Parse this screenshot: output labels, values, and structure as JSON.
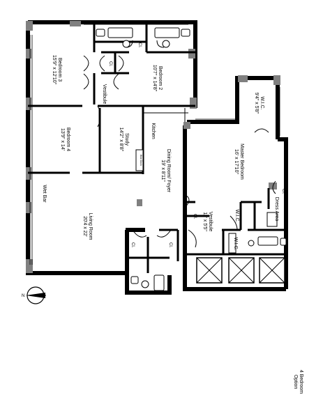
{
  "rooms": {
    "bedroom3": {
      "name": "Bedroom 3",
      "dims": "15'9\" x 12'10\""
    },
    "bedroom2": {
      "name": "Bedroom 2",
      "dims": "10'7\" x 14'8\""
    },
    "bedroom4": {
      "name": "Bedroom 4",
      "dims": "13'9\" x 14'"
    },
    "study": {
      "name": "Study",
      "dims": "14'2\" x 8'8\""
    },
    "dining": {
      "name": "Dining Room/ Foyer",
      "dims": "19' x 8'11\""
    },
    "living": {
      "name": "Living Room",
      "dims": "20'4 x 22'"
    },
    "master": {
      "name": "Master Bedroom",
      "dims": "16' x 17'10\""
    },
    "wic_master": {
      "name": "W.I.C.",
      "dims": "9'4\" x 5'8\""
    },
    "vestibule_right": {
      "name": "Vestibule",
      "dims": "11' x 5'5\""
    }
  },
  "labels": {
    "cl": "Cl.",
    "vestibule": "Vestibule",
    "kitchen": "Kitchen",
    "wet_bar": "Wet Bar",
    "wic": "W.I.C.",
    "dress_area": "Dress Area",
    "bike_area": "Bike Dock"
  },
  "option_line1": "4 Bedroom",
  "option_line2": "Option",
  "compass_n": "N"
}
